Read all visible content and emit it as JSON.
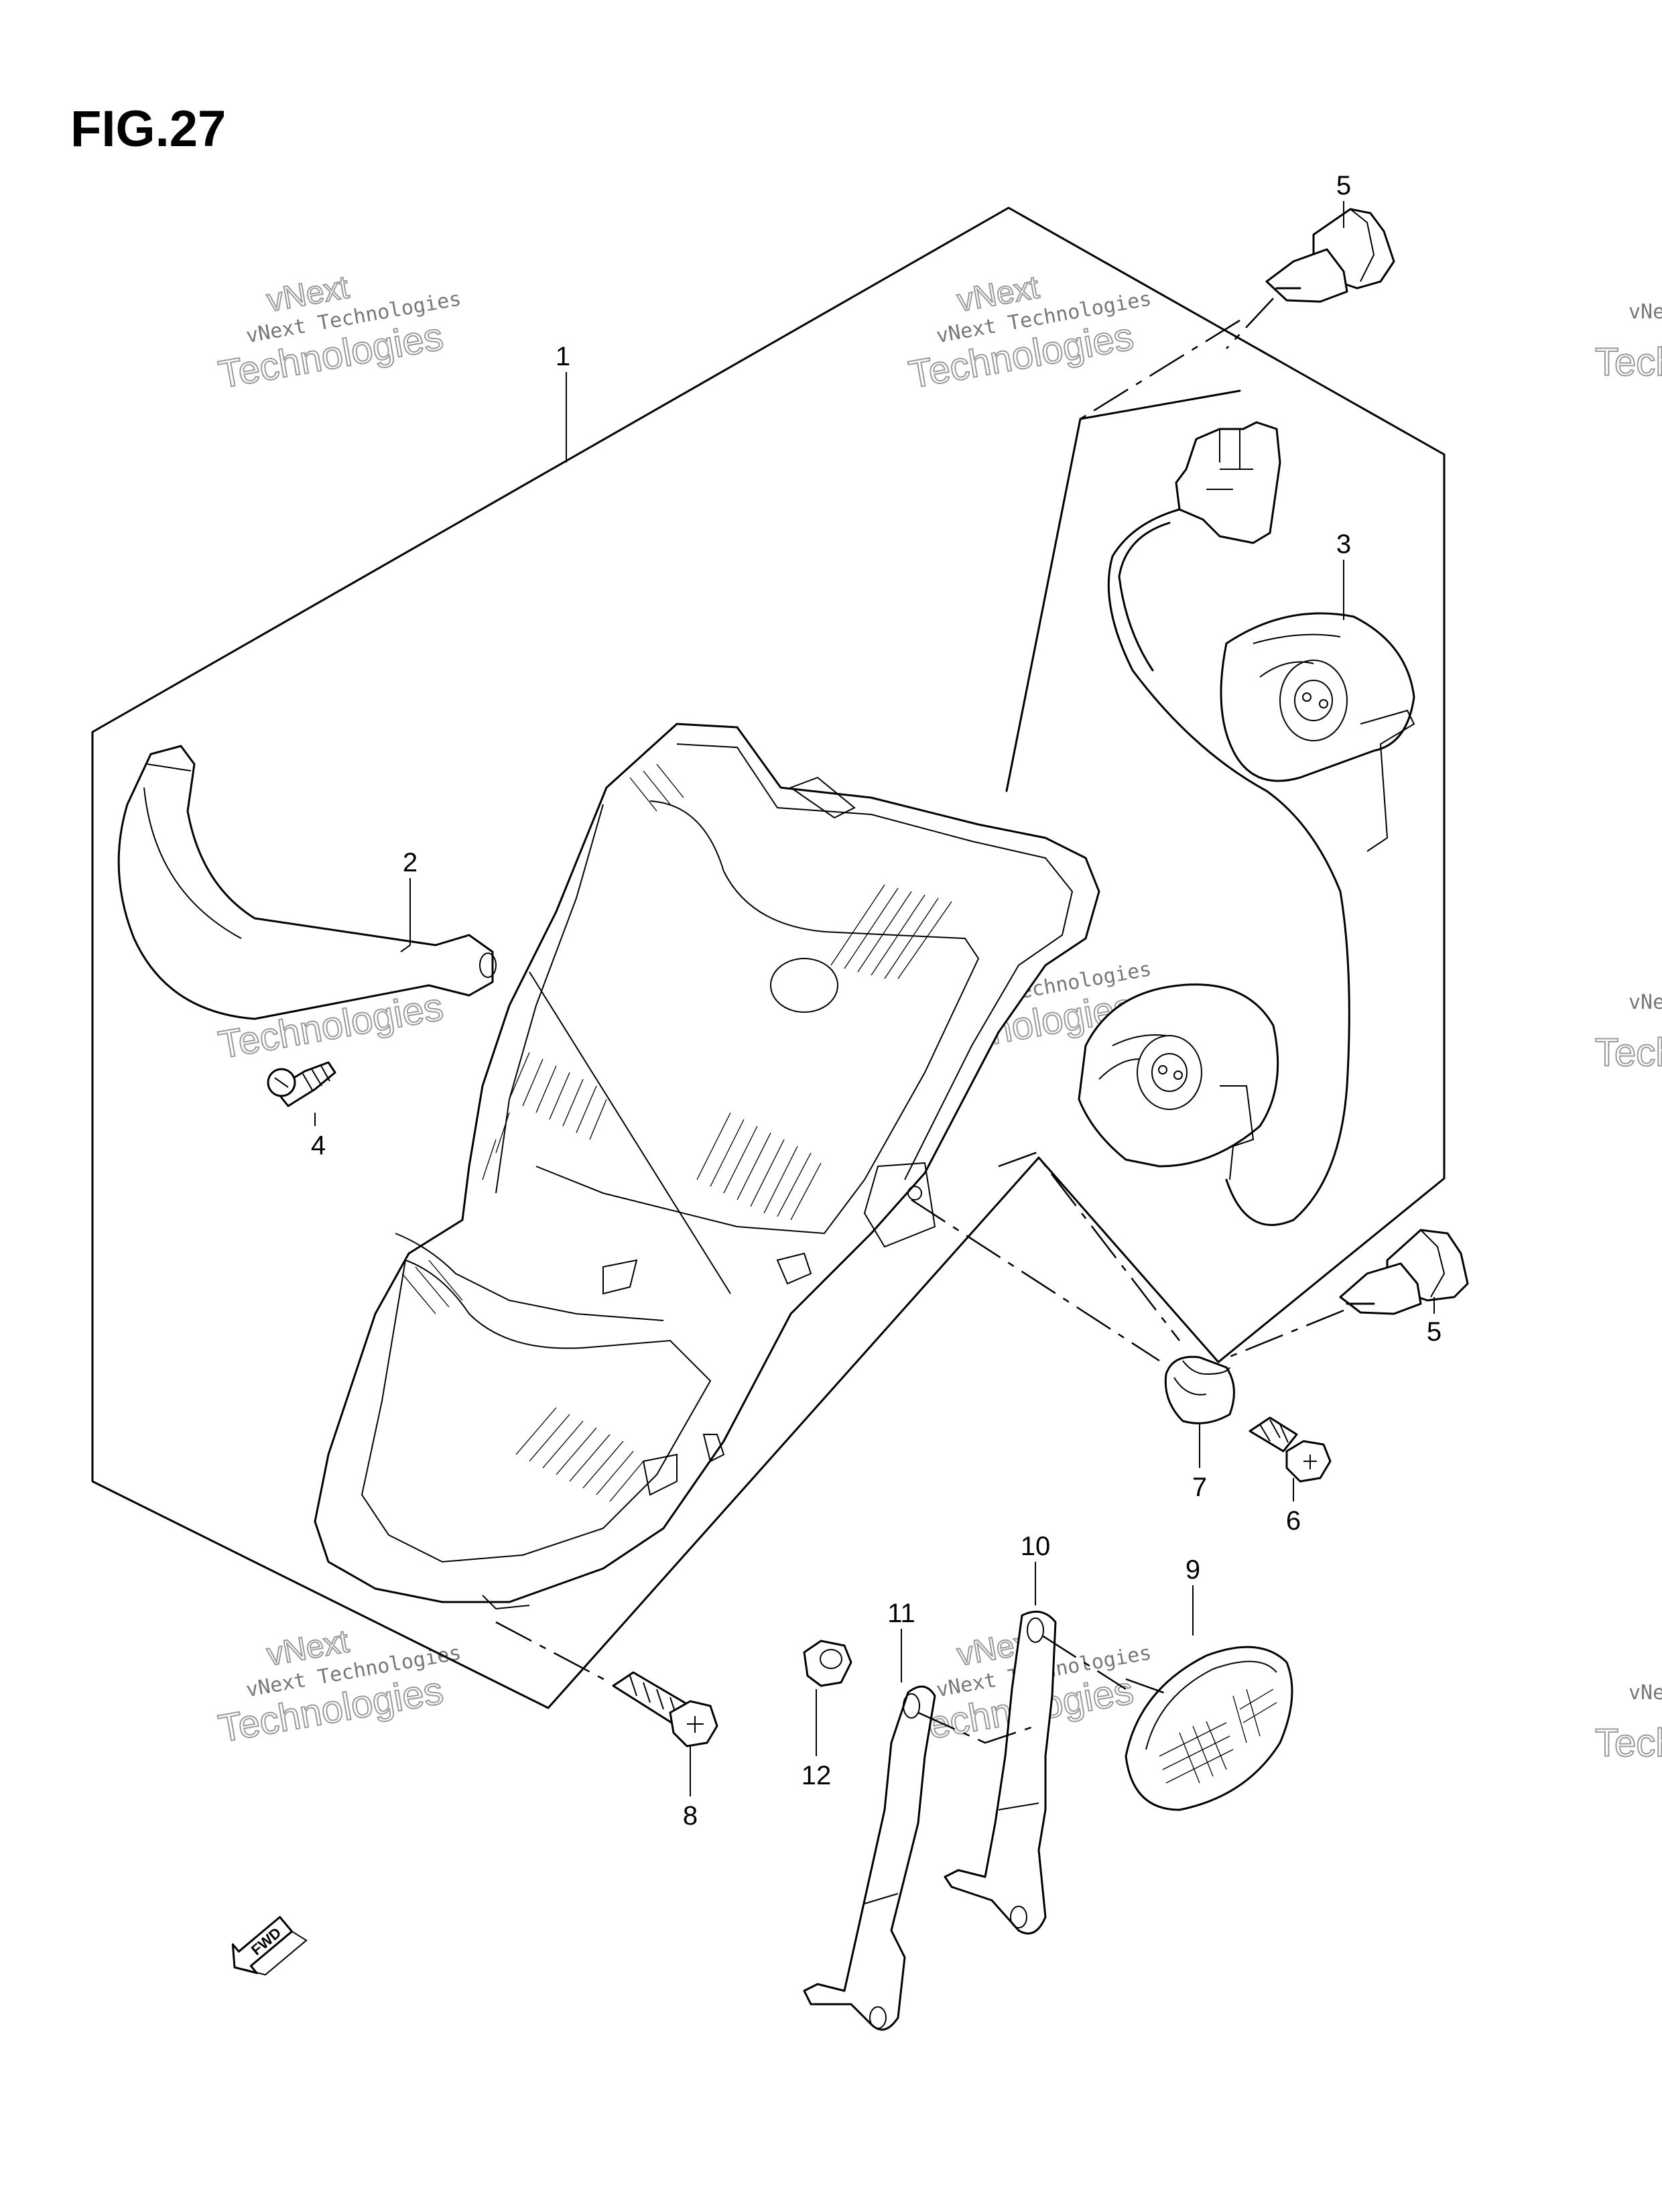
{
  "figure": {
    "title": "FIG.27"
  },
  "callouts": [
    {
      "id": "c1",
      "label": "1"
    },
    {
      "id": "c2",
      "label": "2"
    },
    {
      "id": "c3",
      "label": "3"
    },
    {
      "id": "c4",
      "label": "4"
    },
    {
      "id": "c5a",
      "label": "5"
    },
    {
      "id": "c5b",
      "label": "5"
    },
    {
      "id": "c6",
      "label": "6"
    },
    {
      "id": "c7",
      "label": "7"
    },
    {
      "id": "c8",
      "label": "8"
    },
    {
      "id": "c9",
      "label": "9"
    },
    {
      "id": "c10",
      "label": "10"
    },
    {
      "id": "c11",
      "label": "11"
    },
    {
      "id": "c12",
      "label": "12"
    }
  ],
  "watermark": {
    "line1": "vNext Technologies",
    "line2": "Technologies",
    "line3": "vNext"
  },
  "fwd_label": "FWD"
}
